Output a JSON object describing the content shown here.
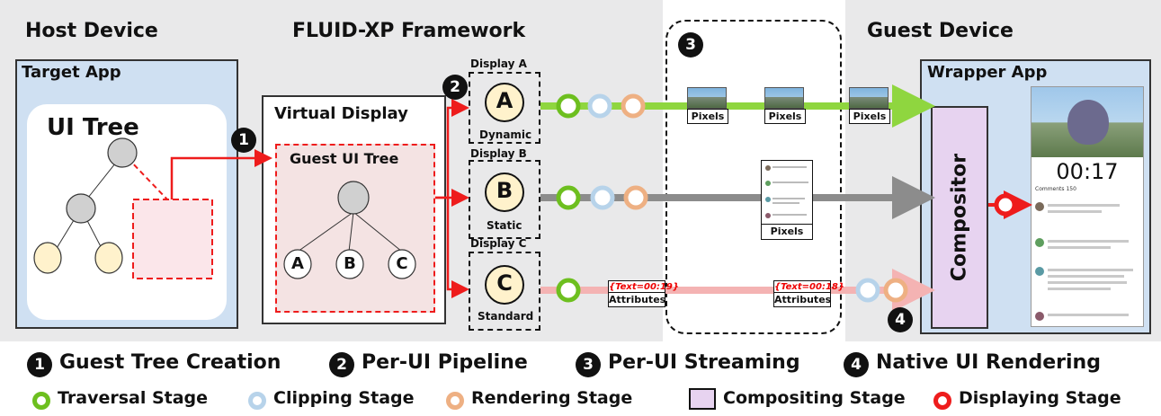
{
  "regions": {
    "host_title": "Host Device",
    "framework_title": "FLUID-XP Framework",
    "guest_title": "Guest Device"
  },
  "target_app": {
    "title": "Target App",
    "ui_tree_label": "UI Tree"
  },
  "virtual_display": {
    "title": "Virtual Display",
    "guest_tree_title": "Guest UI Tree",
    "nodes": [
      "A",
      "B",
      "C"
    ]
  },
  "displays": [
    {
      "label": "Display A",
      "letter": "A",
      "mode": "Dynamic"
    },
    {
      "label": "Display B",
      "letter": "B",
      "mode": "Static"
    },
    {
      "label": "Display C",
      "letter": "C",
      "mode": "Standard"
    }
  ],
  "stream_tags": {
    "pixels": "Pixels",
    "attributes": "Attributes",
    "text_a": "{Text=00:19}",
    "text_b": "{Text=00:18}"
  },
  "wrapper_app": {
    "title": "Wrapper App",
    "compositor_label": "Compositor",
    "timer": "00:17",
    "comments_label": "Comments",
    "comments_count": "150"
  },
  "badges": {
    "b1": "1",
    "b2": "2",
    "b3": "3",
    "b4": "4"
  },
  "legend": {
    "steps": [
      {
        "badge": "1",
        "label": "Guest Tree Creation"
      },
      {
        "badge": "2",
        "label": "Per-UI Pipeline"
      },
      {
        "badge": "3",
        "label": "Per-UI Streaming"
      },
      {
        "badge": "4",
        "label": "Native UI Rendering"
      }
    ],
    "stages": [
      {
        "label": "Traversal Stage",
        "color": "#6dbf1f"
      },
      {
        "label": "Clipping Stage",
        "color": "#b7d3ea"
      },
      {
        "label": "Rendering Stage",
        "color": "#eeb083"
      },
      {
        "label": "Compositing Stage",
        "color": "#e7d3f0"
      },
      {
        "label": "Displaying Stage",
        "color": "#ee1c1c"
      }
    ]
  },
  "colors": {
    "region_bg": "#e9e9ea",
    "app_bg": "#cfe0f2",
    "green_line": "#8fd63f",
    "gray_line": "#8c8c8c",
    "pink_line": "#f4b3b3",
    "red_arrow": "#ee1c1c",
    "node_fill": "#fff2cc",
    "tree_node_gray": "#d0d0d0",
    "compositor_fill": "#e7d3f0"
  }
}
